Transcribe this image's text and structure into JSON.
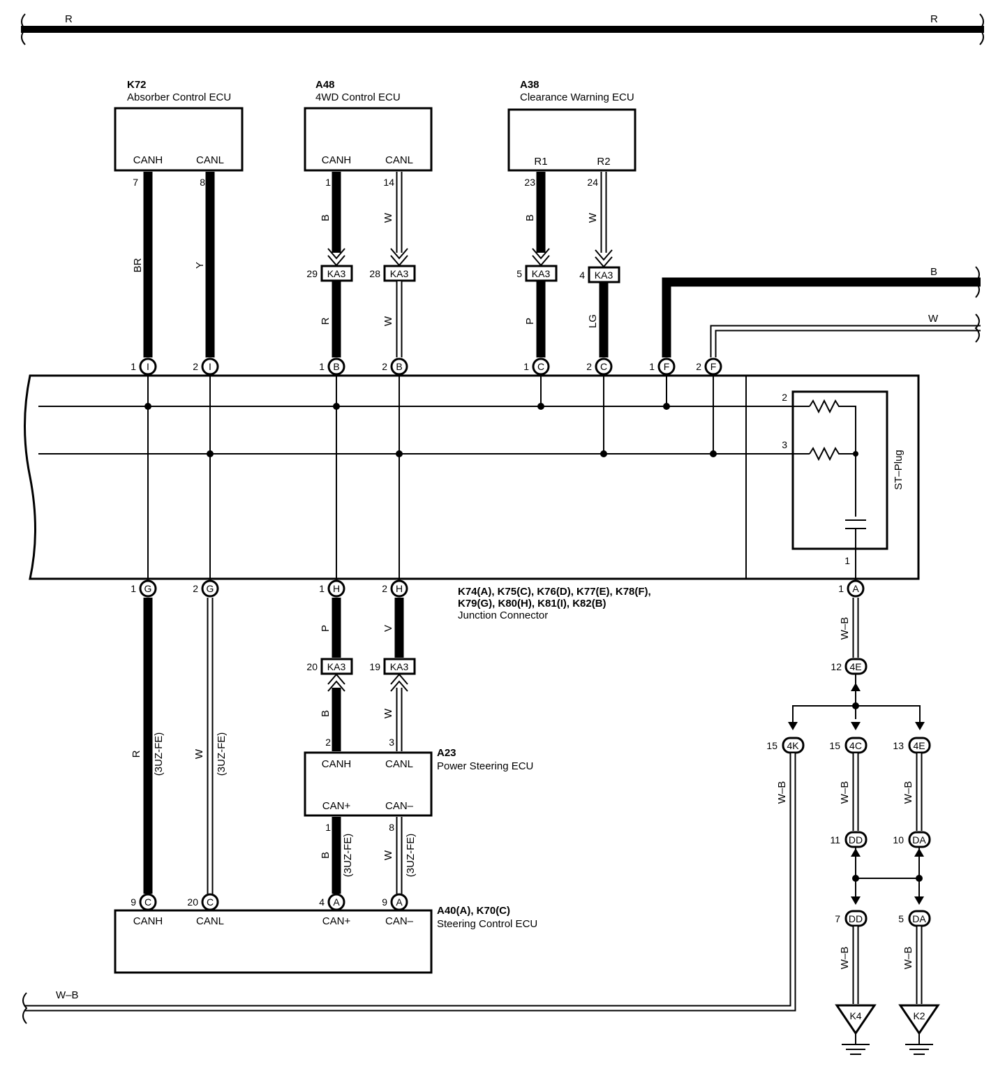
{
  "top_bus": {
    "left_label": "R",
    "right_label": "R"
  },
  "ecus": {
    "k72": {
      "code": "K72",
      "name": "Absorber Control ECU",
      "pin_a": "CANH",
      "pin_b": "CANL",
      "num_a": "7",
      "num_b": "8",
      "wire_a": "BR",
      "wire_b": "Y"
    },
    "a48": {
      "code": "A48",
      "name": "4WD Control ECU",
      "pin_a": "CANH",
      "pin_b": "CANL",
      "num_a": "1",
      "num_b": "14",
      "wire_a_top": "B",
      "wire_b_top": "W",
      "conn_a": "KA3",
      "conn_b": "KA3",
      "conn_num_a": "29",
      "conn_num_b": "28",
      "wire_a_bot": "R",
      "wire_b_bot": "W"
    },
    "a38": {
      "code": "A38",
      "name": "Clearance Warning ECU",
      "pin_a": "R1",
      "pin_b": "R2",
      "num_a": "23",
      "num_b": "24",
      "wire_a_top": "B",
      "wire_b_top": "W",
      "conn_a": "KA3",
      "conn_b": "KA3",
      "conn_num_a": "5",
      "conn_num_b": "4",
      "wire_a_bot": "P",
      "wire_b_bot": "LG"
    },
    "a23": {
      "code": "A23",
      "name": "Power Steering ECU",
      "pin_a": "CANH",
      "pin_b": "CANL",
      "pin_c": "CAN+",
      "pin_d": "CAN–",
      "num_a": "2",
      "num_b": "3",
      "num_c": "1",
      "num_d": "8"
    },
    "a40": {
      "code": "A40(A), K70(C)",
      "name": "Steering Control ECU",
      "pin_a": "CANH",
      "pin_b": "CANL",
      "pin_c": "CAN+",
      "pin_d": "CAN–"
    }
  },
  "right_wires": {
    "b": "B",
    "w": "W"
  },
  "junction": {
    "line1": "K74(A), K75(C), K76(D), K77(E), K78(F),",
    "line2": "K79(G), K80(H), K81(I), K82(B)",
    "line3": "Junction Connector",
    "st_plug": "ST–Plug",
    "st_pin_2": "2",
    "st_pin_3": "3",
    "st_pin_1": "1"
  },
  "top_pins": [
    {
      "num": "1",
      "letter": "I"
    },
    {
      "num": "2",
      "letter": "I"
    },
    {
      "num": "1",
      "letter": "B"
    },
    {
      "num": "2",
      "letter": "B"
    },
    {
      "num": "1",
      "letter": "C"
    },
    {
      "num": "2",
      "letter": "C"
    },
    {
      "num": "1",
      "letter": "F"
    },
    {
      "num": "2",
      "letter": "F"
    }
  ],
  "bottom_pins": [
    {
      "num": "1",
      "letter": "G"
    },
    {
      "num": "2",
      "letter": "G"
    },
    {
      "num": "1",
      "letter": "H"
    },
    {
      "num": "2",
      "letter": "H"
    },
    {
      "num": "1",
      "letter": "A"
    }
  ],
  "lower_wires": {
    "g1": "R",
    "g1_note": "(3UZ-FE)",
    "g2": "W",
    "g2_note": "(3UZ-FE)",
    "h1": "P",
    "h2": "V",
    "h_conn": "KA3",
    "h_conn_num_1": "20",
    "h_conn_num_2": "19",
    "h1_low": "B",
    "h2_low": "W",
    "c1_wire": "B",
    "c1_note": "(3UZ-FE)",
    "c2_wire": "W",
    "c2_note": "(3UZ-FE)"
  },
  "a40_pins": [
    {
      "num": "9",
      "letter": "C"
    },
    {
      "num": "20",
      "letter": "C"
    },
    {
      "num": "4",
      "letter": "A"
    },
    {
      "num": "9",
      "letter": "A"
    }
  ],
  "ground": {
    "wb": "W–B",
    "c12": {
      "num": "12",
      "code": "4E"
    },
    "c15k": {
      "num": "15",
      "code": "4K"
    },
    "c15c": {
      "num": "15",
      "code": "4C"
    },
    "c13": {
      "num": "13",
      "code": "4E"
    },
    "c11": {
      "num": "11",
      "code": "DD"
    },
    "c10": {
      "num": "10",
      "code": "DA"
    },
    "c7": {
      "num": "7",
      "code": "DD"
    },
    "c5": {
      "num": "5",
      "code": "DA"
    },
    "g1": "K4",
    "g2": "K2",
    "bottom_wire": "W–B"
  }
}
